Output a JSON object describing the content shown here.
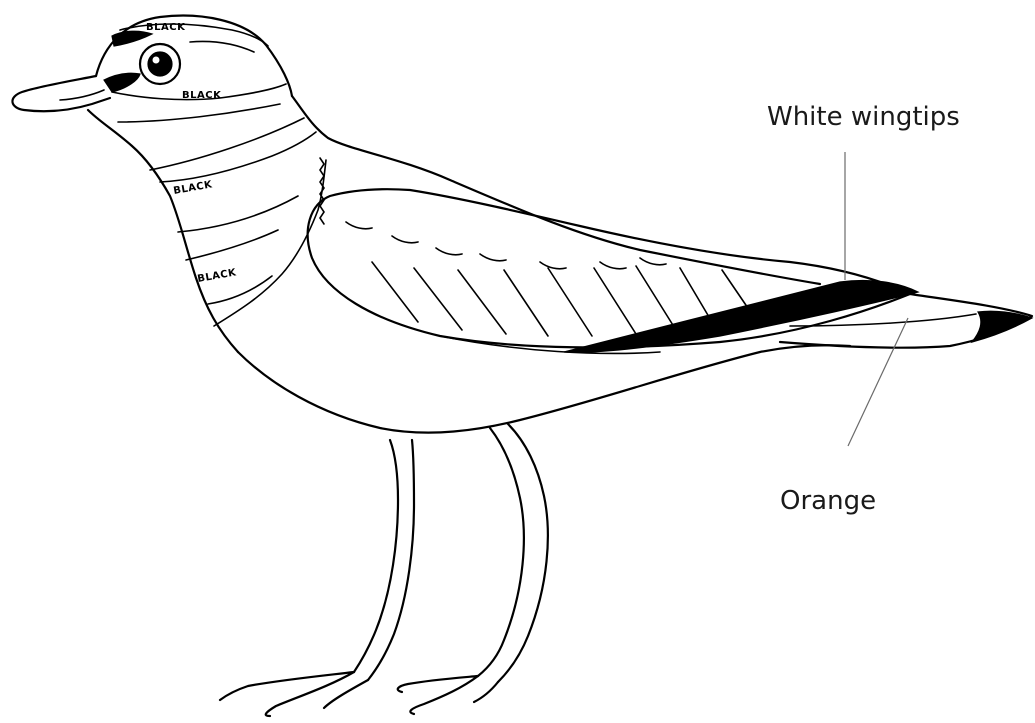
{
  "callouts": {
    "white_wingtips": "White wingtips",
    "orange": "Orange"
  },
  "band_labels": {
    "crown": "BLACK",
    "eye_stripe": "BLACK",
    "upper_breast": "BLACK",
    "lower_breast": "BLACK"
  },
  "colors": {
    "line": "#000000",
    "background": "#ffffff",
    "leader_line": "#6a6a6a"
  }
}
